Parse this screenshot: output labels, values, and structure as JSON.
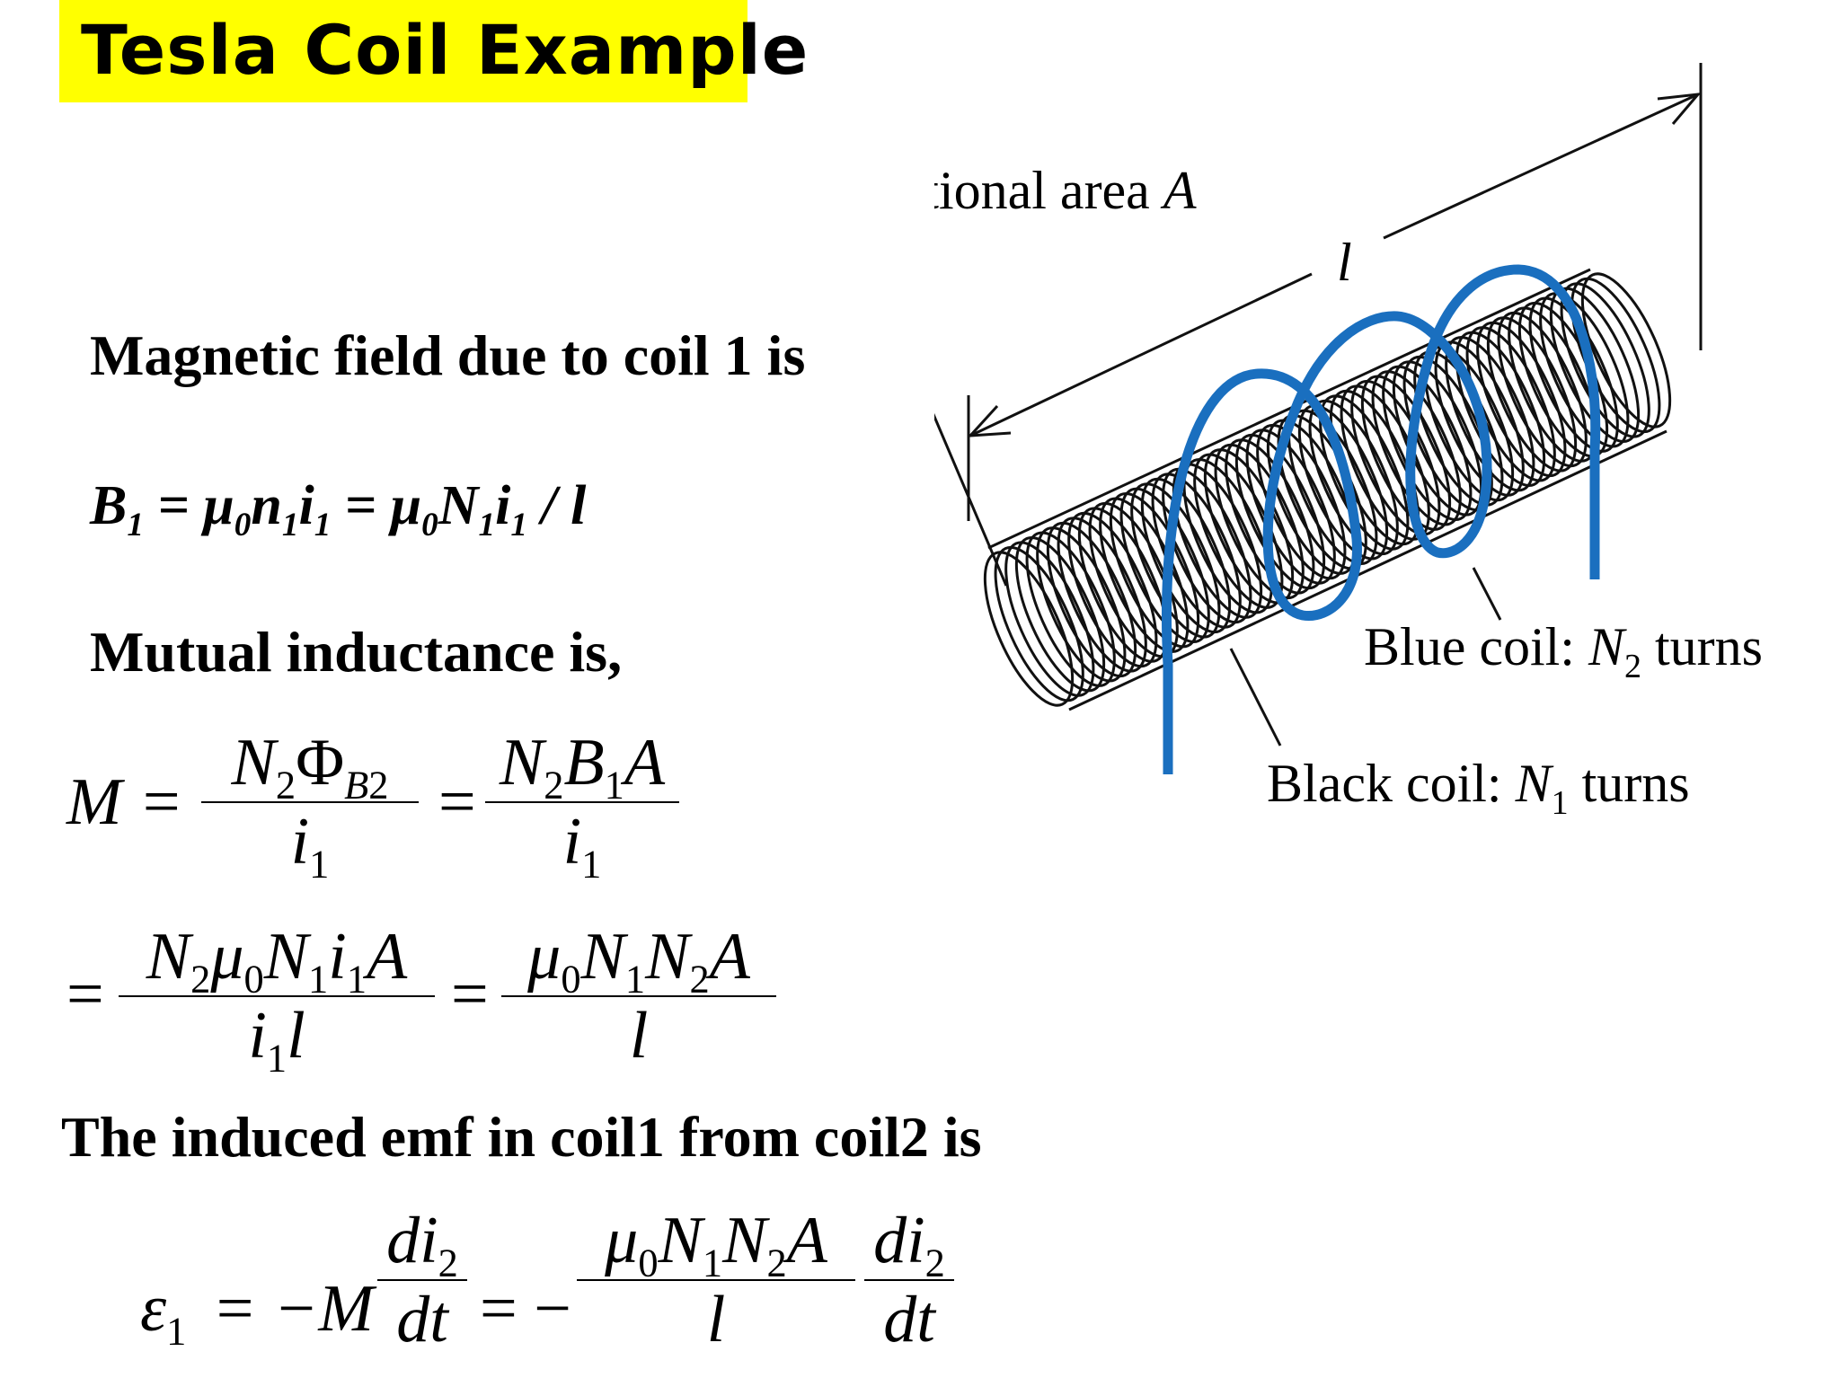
{
  "title": "Tesla Coil Example",
  "colors": {
    "title_bg": "#ffff00",
    "blue_coil": "#1a6fbf",
    "black_coil": "#111111"
  },
  "headings": {
    "magnetic": "Magnetic field due to coil 1 is",
    "mutual": "Mutual inductance is,",
    "induced": "The induced emf in coil1 from coil2 is"
  },
  "eq_b1": {
    "B": "B",
    "one": "1",
    "eq": " = ",
    "mu": "μ",
    "zero": "0",
    "n": "n",
    "i": "i",
    "N": "N",
    "slash_l": " / l"
  },
  "eq_m": {
    "lhs": "M =",
    "frac1_num_a": "N",
    "frac1_num_sub": "2",
    "frac1_num_b": "Φ",
    "frac1_num_c": "B",
    "frac1_num_sub2": "2",
    "frac1_den": "i",
    "frac1_den_sub": "1",
    "equals": "=",
    "frac2_num_a": "N",
    "frac2_num_sub": "2",
    "frac2_num_b": "B",
    "frac2_num_sub2": "1",
    "frac2_num_c": "A",
    "frac2_den": "i",
    "frac2_den_sub": "1"
  },
  "eq_m2": {
    "lead": "=",
    "frac3_num": [
      "N",
      "2",
      "μ",
      "0",
      "N",
      "1",
      "i",
      "1",
      "A"
    ],
    "frac3_den": [
      "i",
      "1",
      "l"
    ],
    "equals": "=",
    "frac4_num": [
      "μ",
      "0",
      "N",
      "1",
      "N",
      "2",
      "A"
    ],
    "frac4_den": "l"
  },
  "eq_emf": {
    "eps": "ε",
    "eps_sub": "1",
    "eq": "= −M",
    "frac5_num": [
      "di",
      "2"
    ],
    "frac5_den": "dt",
    "eq2": "= −",
    "frac6_num": [
      "μ",
      "0",
      "N",
      "1",
      "N",
      "2",
      "A"
    ],
    "frac6_den": "l",
    "frac7_num": [
      "di",
      "2"
    ],
    "frac7_den": "dt"
  },
  "diagram": {
    "cross_section": "Cross-sectional area ",
    "cross_section_var": "A",
    "length_label": "l",
    "blue_label_a": "Blue coil: ",
    "blue_label_var": "N",
    "blue_label_sub": "2",
    "blue_label_b": " turns",
    "black_label_a": "Black coil: ",
    "black_label_var": "N",
    "black_label_sub": "1",
    "black_label_b": " turns"
  }
}
